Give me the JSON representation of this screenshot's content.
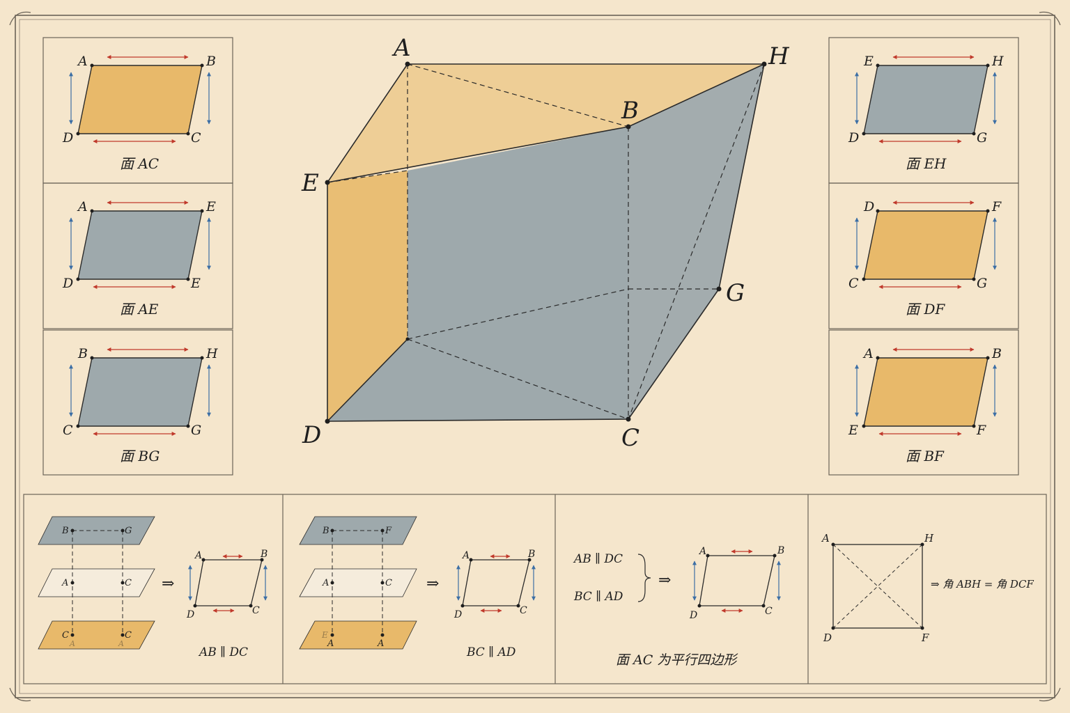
{
  "colors": {
    "paper": "#f5e6cc",
    "ink": "#2a2a2a",
    "tan_face": "#e8b96a",
    "blue_face": "#9ea9ac",
    "red_arrow": "#c0392b",
    "blue_arrow": "#3b6ea5"
  },
  "main": {
    "labels": {
      "A": "A",
      "B": "B",
      "C": "C",
      "D": "D",
      "E": "E",
      "G": "G",
      "H": "H"
    }
  },
  "left_panels": [
    {
      "caption": "面 AC",
      "tl": "A",
      "tr": "B",
      "bl": "D",
      "br": "C",
      "fill": "tan"
    },
    {
      "caption": "面 AE",
      "tl": "A",
      "tr": "E",
      "bl": "D",
      "br": "E",
      "fill": "blue"
    },
    {
      "caption": "面 BG",
      "tl": "B",
      "tr": "H",
      "bl": "C",
      "br": "G",
      "fill": "blue"
    }
  ],
  "right_panels": [
    {
      "caption": "面 EH",
      "tl": "E",
      "tr": "H",
      "bl": "D",
      "br": "G",
      "fill": "blue"
    },
    {
      "caption": "面 DF",
      "tl": "D",
      "tr": "F",
      "bl": "C",
      "br": "G",
      "fill": "tan"
    },
    {
      "caption": "面 BF",
      "tl": "A",
      "tr": "B",
      "bl": "E",
      "br": "F",
      "fill": "tan"
    }
  ],
  "bottom": {
    "step1": {
      "layers": [
        [
          "B",
          "G"
        ],
        [
          "A",
          "C"
        ],
        [
          "C",
          "C"
        ]
      ],
      "faint": [
        "A",
        "A"
      ],
      "result": {
        "tl": "A",
        "tr": "B",
        "bl": "D",
        "br": "C"
      },
      "arrow": "⇒",
      "caption": "AB ∥ DC"
    },
    "step2": {
      "layers": [
        [
          "B",
          "F"
        ],
        [
          "A",
          "C"
        ],
        [
          "A",
          "A"
        ]
      ],
      "faint": "E",
      "result": {
        "tl": "A",
        "tr": "B",
        "bl": "D",
        "br": "C"
      },
      "arrow": "⇒",
      "caption": "BC ∥ AD"
    },
    "step3": {
      "line1": "AB ∥ DC",
      "line2": "BC ∥ AD",
      "arrow": "⇒",
      "result": {
        "tl": "A",
        "tr": "B",
        "bl": "D",
        "br": "C"
      },
      "caption": "面 AC 为平行四边形"
    },
    "step4": {
      "tl": "A",
      "tr": "H",
      "bl": "D",
      "br": "F",
      "conclusion": "⇒ 角 ABH = 角 DCF"
    }
  }
}
